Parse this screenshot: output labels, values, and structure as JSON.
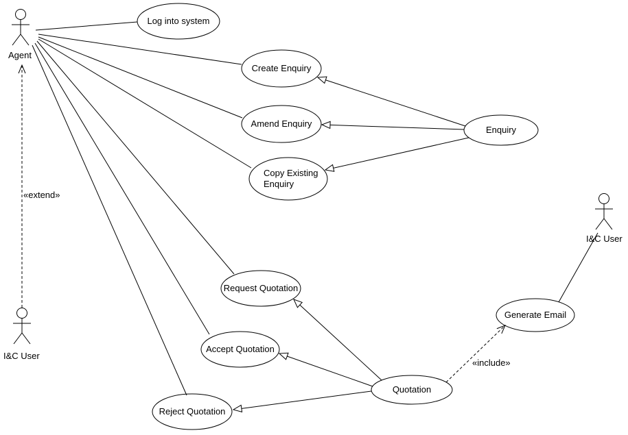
{
  "diagram": {
    "type": "UML use case diagram",
    "background": "#ffffff",
    "stroke": "#000000"
  },
  "actors": {
    "agent": {
      "label": "Agent"
    },
    "ic_user_left": {
      "label": "I&C User"
    },
    "ic_user_right": {
      "label": "I&C User"
    }
  },
  "use_cases": {
    "log_into_system": {
      "label": "Log into system"
    },
    "create_enquiry": {
      "label": "Create Enquiry"
    },
    "amend_enquiry": {
      "label": "Amend Enquiry"
    },
    "copy_existing_enquiry": {
      "line1": "Copy Existing",
      "line2": "Enquiry"
    },
    "enquiry": {
      "label": "Enquiry"
    },
    "request_quotation": {
      "label": "Request Quotation"
    },
    "accept_quotation": {
      "label": "Accept Quotation"
    },
    "reject_quotation": {
      "label": "Reject Quotation"
    },
    "generate_email": {
      "label": "Generate Email"
    },
    "quotation": {
      "label": "Quotation"
    }
  },
  "stereotypes": {
    "extend": "«extend»",
    "include": "«include»"
  }
}
